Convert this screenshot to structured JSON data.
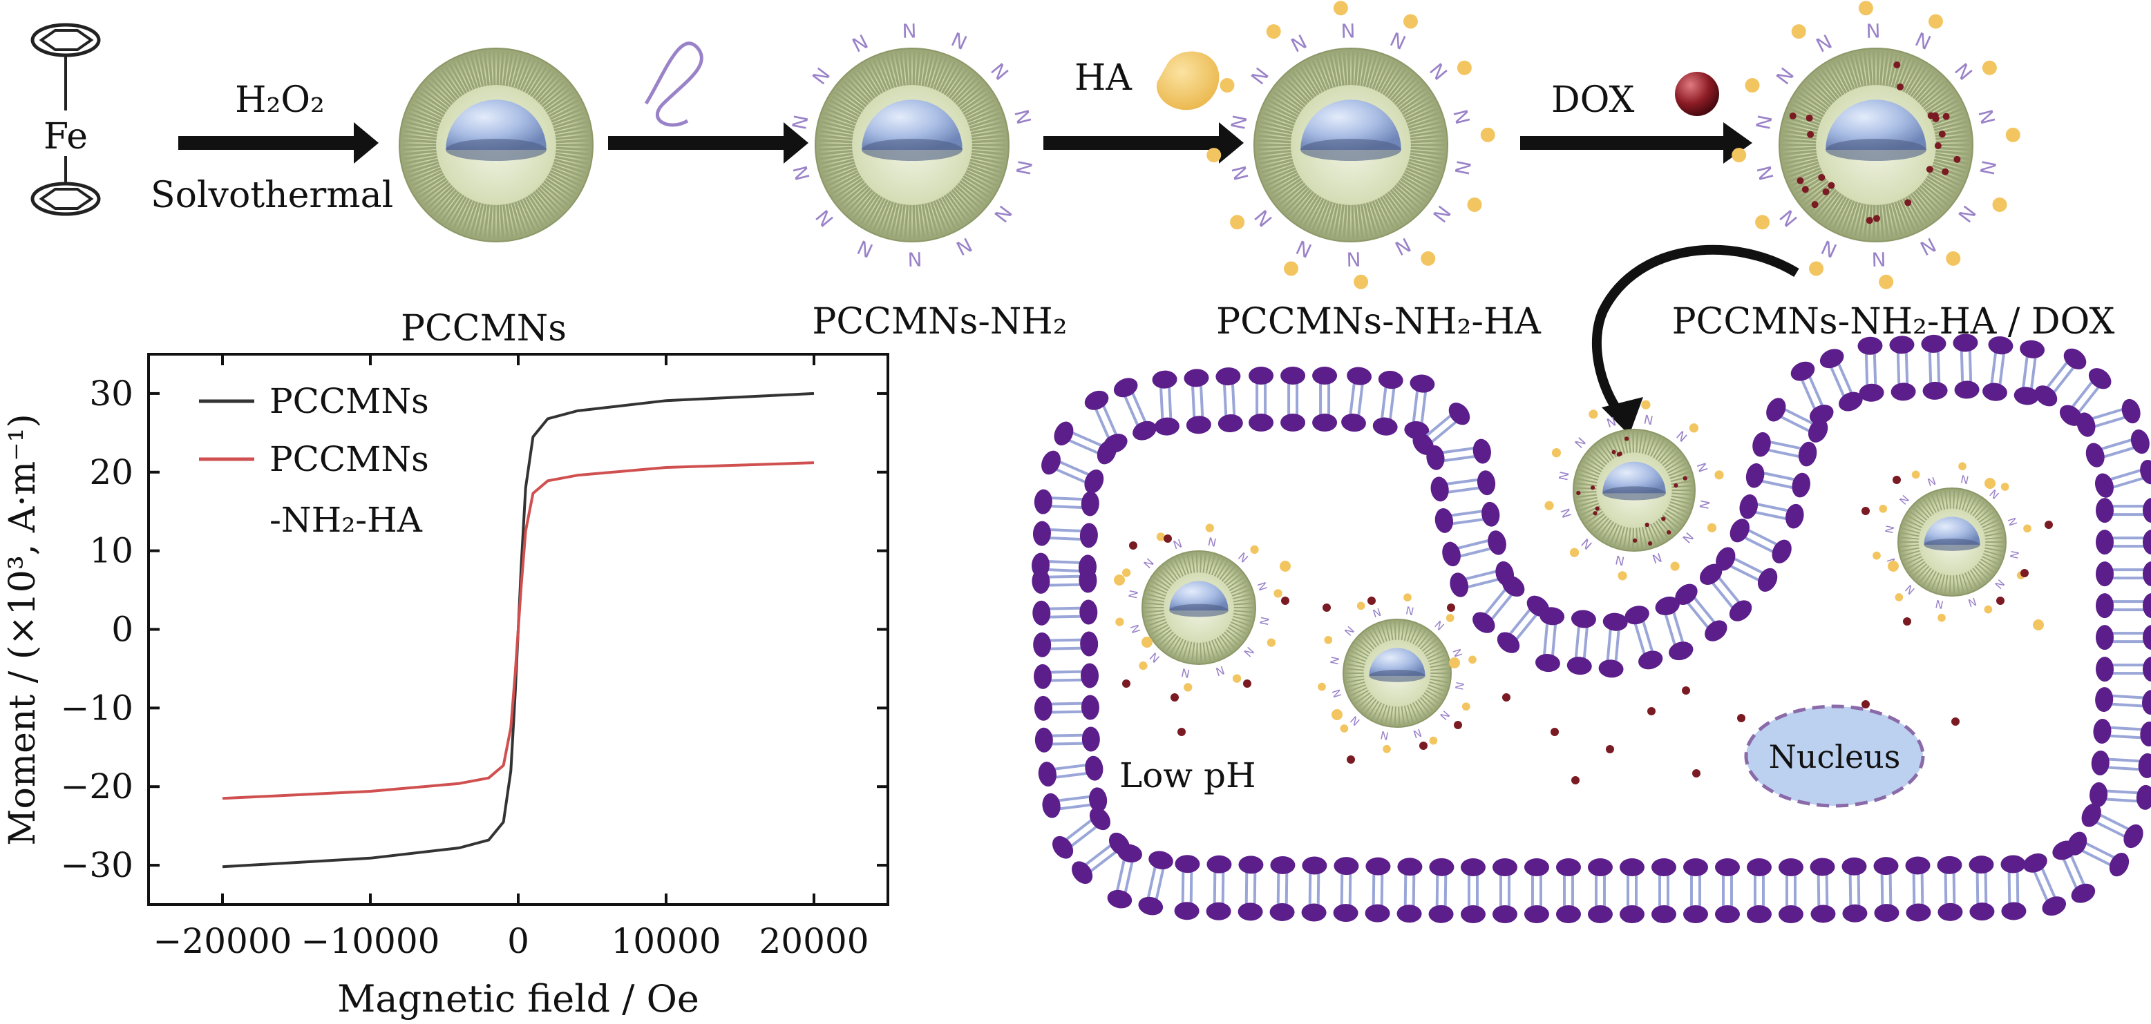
{
  "scheme": {
    "precursor": {
      "metal": "Fe"
    },
    "step1": {
      "reagent": "H₂O₂",
      "condition": "Solvothermal"
    },
    "step3": {
      "reagent": "HA"
    },
    "step4": {
      "reagent": "DOX"
    },
    "labels": {
      "p1": "PCCMNs",
      "p2": "PCCMNs-NH₂",
      "p3": "PCCMNs-NH₂-HA",
      "p4": "PCCMNs-NH₂-HA / DOX"
    },
    "ligand_letter": "N"
  },
  "cell": {
    "low_ph": "Low pH",
    "nucleus": "Nucleus"
  },
  "colors": {
    "core": "#a9bde4",
    "shell": "#c8d2a6",
    "ha": "#f2c560",
    "dox": "#7a1a22",
    "lipid_head": "#5b1e8a",
    "lipid_tail": "#9aa6d8",
    "ligand": "#9a82c8",
    "nucleus_fill": "#bcd0ef",
    "series_pccmns": "#333333",
    "series_ha": "#d05050"
  },
  "chart_data": {
    "type": "line",
    "xlabel": "Magnetic field / Oe",
    "ylabel": "Moment / (×10³, A·m⁻¹)",
    "xlim": [
      -25000,
      25000
    ],
    "ylim": [
      -35,
      35
    ],
    "xticks": [
      -20000,
      -10000,
      0,
      10000,
      20000
    ],
    "xtick_labels": [
      "−20000",
      "−10000",
      "0",
      "10000",
      "20000"
    ],
    "yticks": [
      30,
      20,
      10,
      -10,
      0,
      -20,
      -30
    ],
    "ytick_labels": [
      "30",
      "20",
      "10",
      "−10",
      "0",
      "−20",
      "−30"
    ],
    "legend_placement": "top-left",
    "series": [
      {
        "name": "PCCMNs",
        "color": "#333333",
        "x": [
          -20000,
          -10000,
          -4000,
          -2000,
          -1000,
          -500,
          -200,
          0,
          200,
          500,
          1000,
          2000,
          4000,
          10000,
          20000
        ],
        "y": [
          -30.2,
          -29.1,
          -27.8,
          -26.8,
          -24.5,
          -18,
          -8,
          0,
          8,
          18,
          24.5,
          26.8,
          27.8,
          29.1,
          30.0
        ]
      },
      {
        "name": "PCCMNs -NH₂-HA",
        "legend_lines": [
          "PCCMNs",
          "-NH₂-HA"
        ],
        "color": "#d05050",
        "x": [
          -20000,
          -10000,
          -4000,
          -2000,
          -1000,
          -500,
          -200,
          0,
          200,
          500,
          1000,
          2000,
          4000,
          10000,
          20000
        ],
        "y": [
          -21.5,
          -20.6,
          -19.6,
          -18.9,
          -17.3,
          -12.5,
          -5.5,
          0,
          5.5,
          12.5,
          17.3,
          18.9,
          19.6,
          20.6,
          21.2
        ]
      }
    ]
  }
}
